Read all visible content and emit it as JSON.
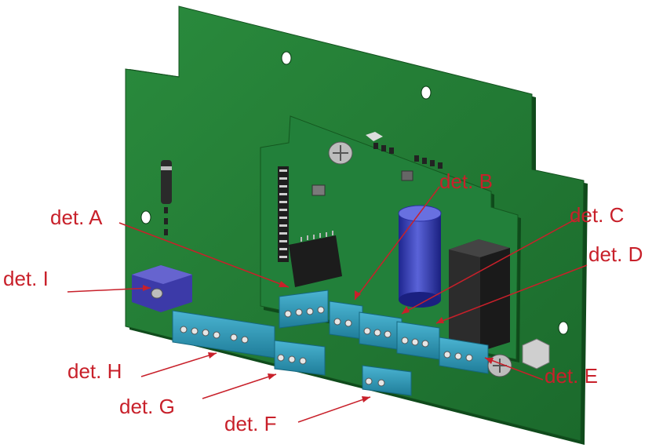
{
  "labels": {
    "A": "det. A",
    "B": "det. B",
    "C": "det. C",
    "D": "det. D",
    "E": "det. E",
    "F": "det. F",
    "G": "det. G",
    "H": "det. H",
    "I": "det. I"
  },
  "colors": {
    "board": "#1f7a33",
    "board_edge": "#13511f",
    "terminal": "#2a95b5",
    "capacitor": "#2b33a8",
    "relay": "#2c2c2c",
    "callout": "#c8202a"
  }
}
